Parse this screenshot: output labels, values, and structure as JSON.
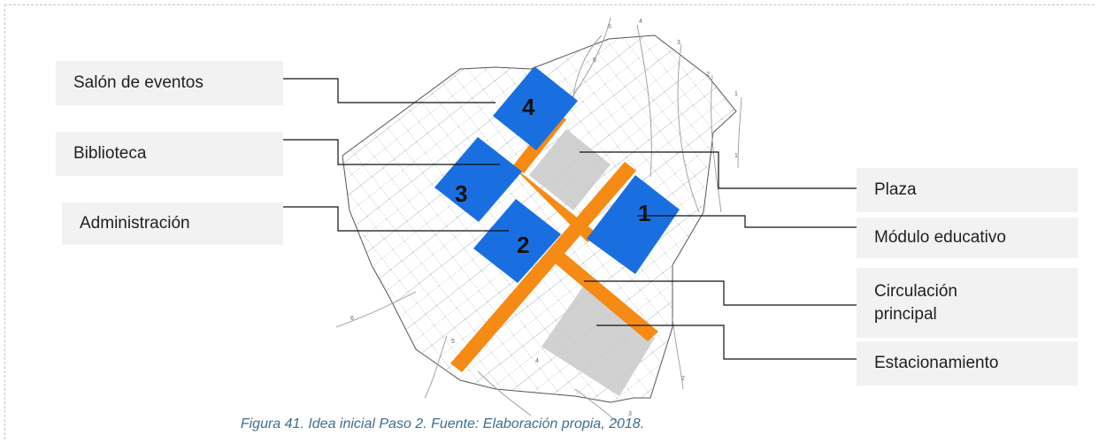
{
  "labels": {
    "salon": "Salón de eventos",
    "biblioteca": "Biblioteca",
    "administracion": "Administración",
    "plaza": "Plaza",
    "modulo": "Módulo educativo",
    "circulacion": "Circulación\nprincipal",
    "estacionamiento": "Estacionamiento"
  },
  "zone_numbers": {
    "modulo": "1",
    "administracion": "2",
    "biblioteca": "3",
    "salon": "4"
  },
  "contour_labels": [
    "5",
    "4",
    "3",
    "2",
    "1",
    "1",
    "6",
    "6",
    "5",
    "4",
    "3",
    "2"
  ],
  "caption": "Figura 41. Idea inicial Paso 2. Fuente: Elaboración propia, 2018.",
  "colors": {
    "zone_blue": "#1a6fe0",
    "circulation_orange": "#f58a14",
    "paved_gray": "#c9c9c9",
    "label_box": "#f2f2f2",
    "caption": "#3d6f93"
  }
}
